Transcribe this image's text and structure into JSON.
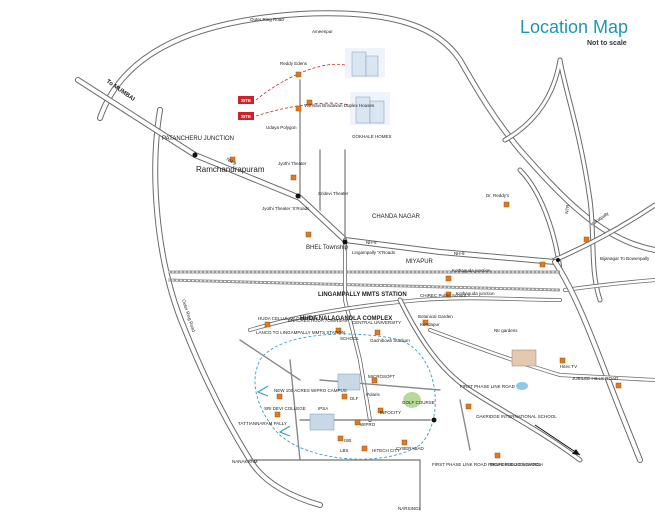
{
  "header": {
    "title": "Location Map",
    "subtitle": "Not to scale"
  },
  "labels": {
    "outer_ring_road_top": "Outer Ring Road",
    "outer_ring_road_side": "Outer Ring Road",
    "ameenpur": "Ameenpur",
    "reddy_edens": "Reddy Edens",
    "site_1": "SITE",
    "site_2": "SITE",
    "udayasri": "Udaya Polygon",
    "vaishnavi": "Vishnavi Brindavan Duplex Houses",
    "gokhale": "GOKHALE HOMES",
    "to_mumbai": "To MUMBAI",
    "patancheru": "PATANCHERU JUNCTION",
    "ramachandrapuram": "Ramchandrapuram",
    "nh9_left": "NH-9",
    "nh9_mid": "NH-9",
    "nh9_right": "NH-9",
    "jyothi_theater": "Jyothi Theater",
    "jyothi_x_roads": "Jyothi Theater 'X'Roads",
    "sridevi_theater": "Sridevi Theater",
    "chanda_nagar": "CHANDA NAGAR",
    "bhel_township": "BHEL Township",
    "lingampally_x_roads": "Lingampally 'X'Roads",
    "miyapur": "MIYAPUR",
    "dr_reddys": "Dr. Reddy's",
    "ntr_nagar": "NTR",
    "kukatpally": "Kukatpally",
    "bijanagar": "Bijanagar To Bowenpally",
    "kothaguda_junction": "Kothaguda junction",
    "chirec": "CHIREC Public School",
    "kothaguda_junction_2": "Kothaguda junction",
    "botanical_garden": "Botanical Garden",
    "kondapur": "Kondapur",
    "lingampally_mmts": "LINGAMPALLY MMTS STATION",
    "huda_nalagandla": "HUDA NALAGANDLA COMPLEX",
    "central_university": "CENTRAL UNIVERSITY",
    "school": "SCHOOL",
    "gachibowli_stadium": "Gachibowli Stadium",
    "huda_cellular": "HUDA CELLULAR COMPLEX",
    "enacres_huda": "ENACRES HUDA TOWNSHIP",
    "lanco": "LANCO TO LINGAMPALLY MMTS STATION",
    "new_100_acres": "NEW 100 ACRES WIPRO CAMPUS",
    "sri_devi_college": "SRI DEVI COLLEGE",
    "tattiannaram": "TATTIANNARAM PALLY",
    "microsoft": "MICROSOFT",
    "polaris": "Polaris",
    "golf_course": "GOLF COURSE",
    "dlf": "DLF",
    "infocity": "INFOCITY",
    "wipro": "WIPRO",
    "ipsa": "IPSA",
    "isb": "ISB",
    "lbs": "LBS",
    "hitech": "HITECH CITY",
    "cyberabad": "CYBERABAD",
    "first_phase": "FIRST PHASE LINK ROAD",
    "oakridge": "OAKRIDGE INTERNATIONAL SCHOOL",
    "delhi_public": "DELHI PUBLIC SCHOOL",
    "first_phase_proposed": "FIRST PHASE LINK ROAD PROPOSED 2005 MARCH",
    "jubilee_hills": "JUBILEE HILLS ROAD",
    "narsingi": "NARSINGI",
    "nanakram": "NANAKRAM",
    "hitec_tv": "Hitec TV",
    "ntr_gardens": "Ntr gardens"
  },
  "colors": {
    "title": "#1d96b3",
    "poi": "#e07a1e",
    "site": "#d0212b",
    "route": "#3aa0c0",
    "road": "#6b6b6b"
  }
}
